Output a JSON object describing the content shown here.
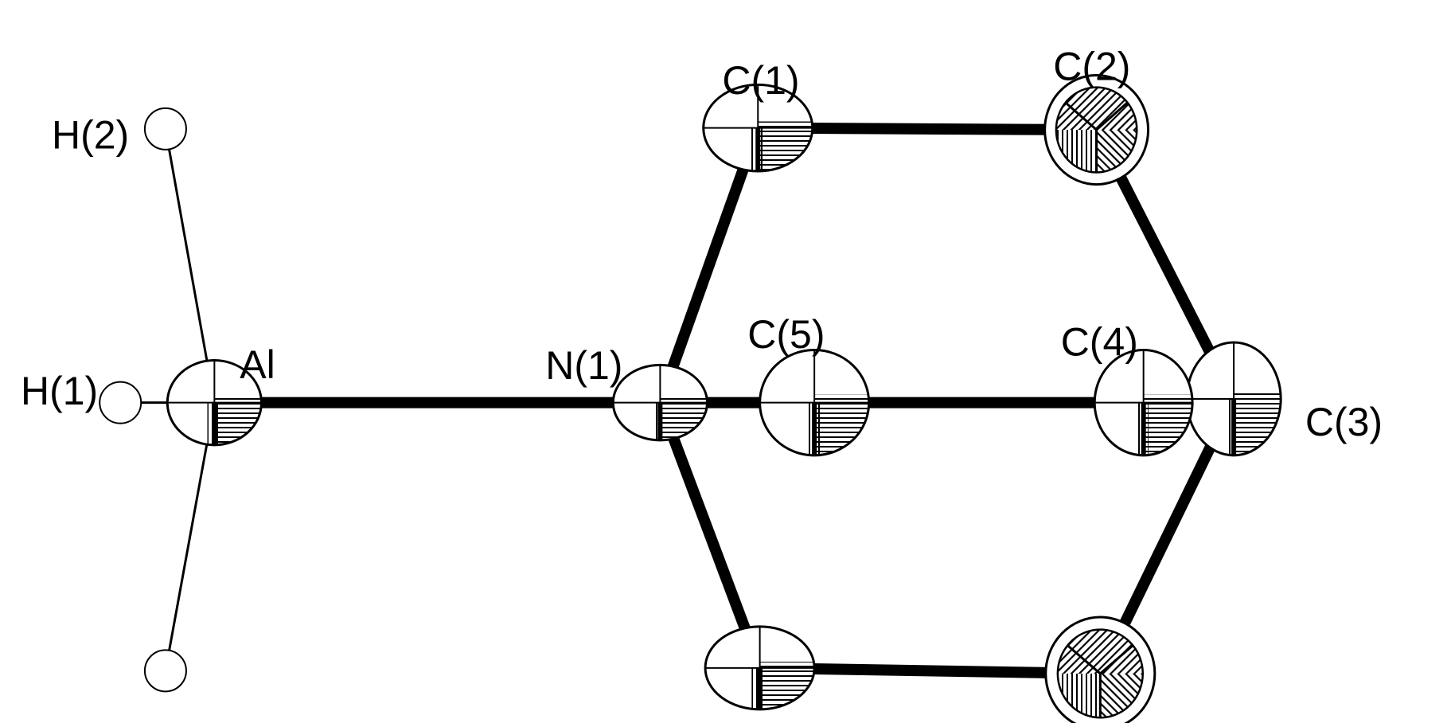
{
  "figure": {
    "atoms": [
      {
        "id": "al",
        "label": "Al",
        "style": "octant"
      },
      {
        "id": "h1",
        "label": "H(1)",
        "style": "hydrogen"
      },
      {
        "id": "h2",
        "label": "H(2)",
        "style": "hydrogen"
      },
      {
        "id": "h3",
        "label": "",
        "style": "hydrogen"
      },
      {
        "id": "n1",
        "label": "N(1)",
        "style": "octant"
      },
      {
        "id": "c1",
        "label": "C(1)",
        "style": "octant"
      },
      {
        "id": "c2",
        "label": "C(2)",
        "style": "fan"
      },
      {
        "id": "c3",
        "label": "C(3)",
        "style": "octant"
      },
      {
        "id": "c4",
        "label": "C(4)",
        "style": "octant"
      },
      {
        "id": "c5",
        "label": "C(5)",
        "style": "octant"
      },
      {
        "id": "c1b",
        "label": "",
        "style": "octant"
      },
      {
        "id": "c2b",
        "label": "",
        "style": "fan"
      }
    ],
    "bonds": [
      {
        "from": "al",
        "to": "h1",
        "type": "thin"
      },
      {
        "from": "al",
        "to": "h2",
        "type": "thin"
      },
      {
        "from": "al",
        "to": "h3",
        "type": "thin"
      },
      {
        "from": "al",
        "to": "n1",
        "type": "thick"
      },
      {
        "from": "n1",
        "to": "c1",
        "type": "thick"
      },
      {
        "from": "c1",
        "to": "c2",
        "type": "thick"
      },
      {
        "from": "c2",
        "to": "c3",
        "type": "thick"
      },
      {
        "from": "n1",
        "to": "c5",
        "type": "thick"
      },
      {
        "from": "c5",
        "to": "c4",
        "type": "thick"
      },
      {
        "from": "c4",
        "to": "c3",
        "type": "thick"
      },
      {
        "from": "n1",
        "to": "c1b",
        "type": "thick"
      },
      {
        "from": "c1b",
        "to": "c2b",
        "type": "thick"
      },
      {
        "from": "c2b",
        "to": "c3",
        "type": "thick"
      }
    ]
  }
}
